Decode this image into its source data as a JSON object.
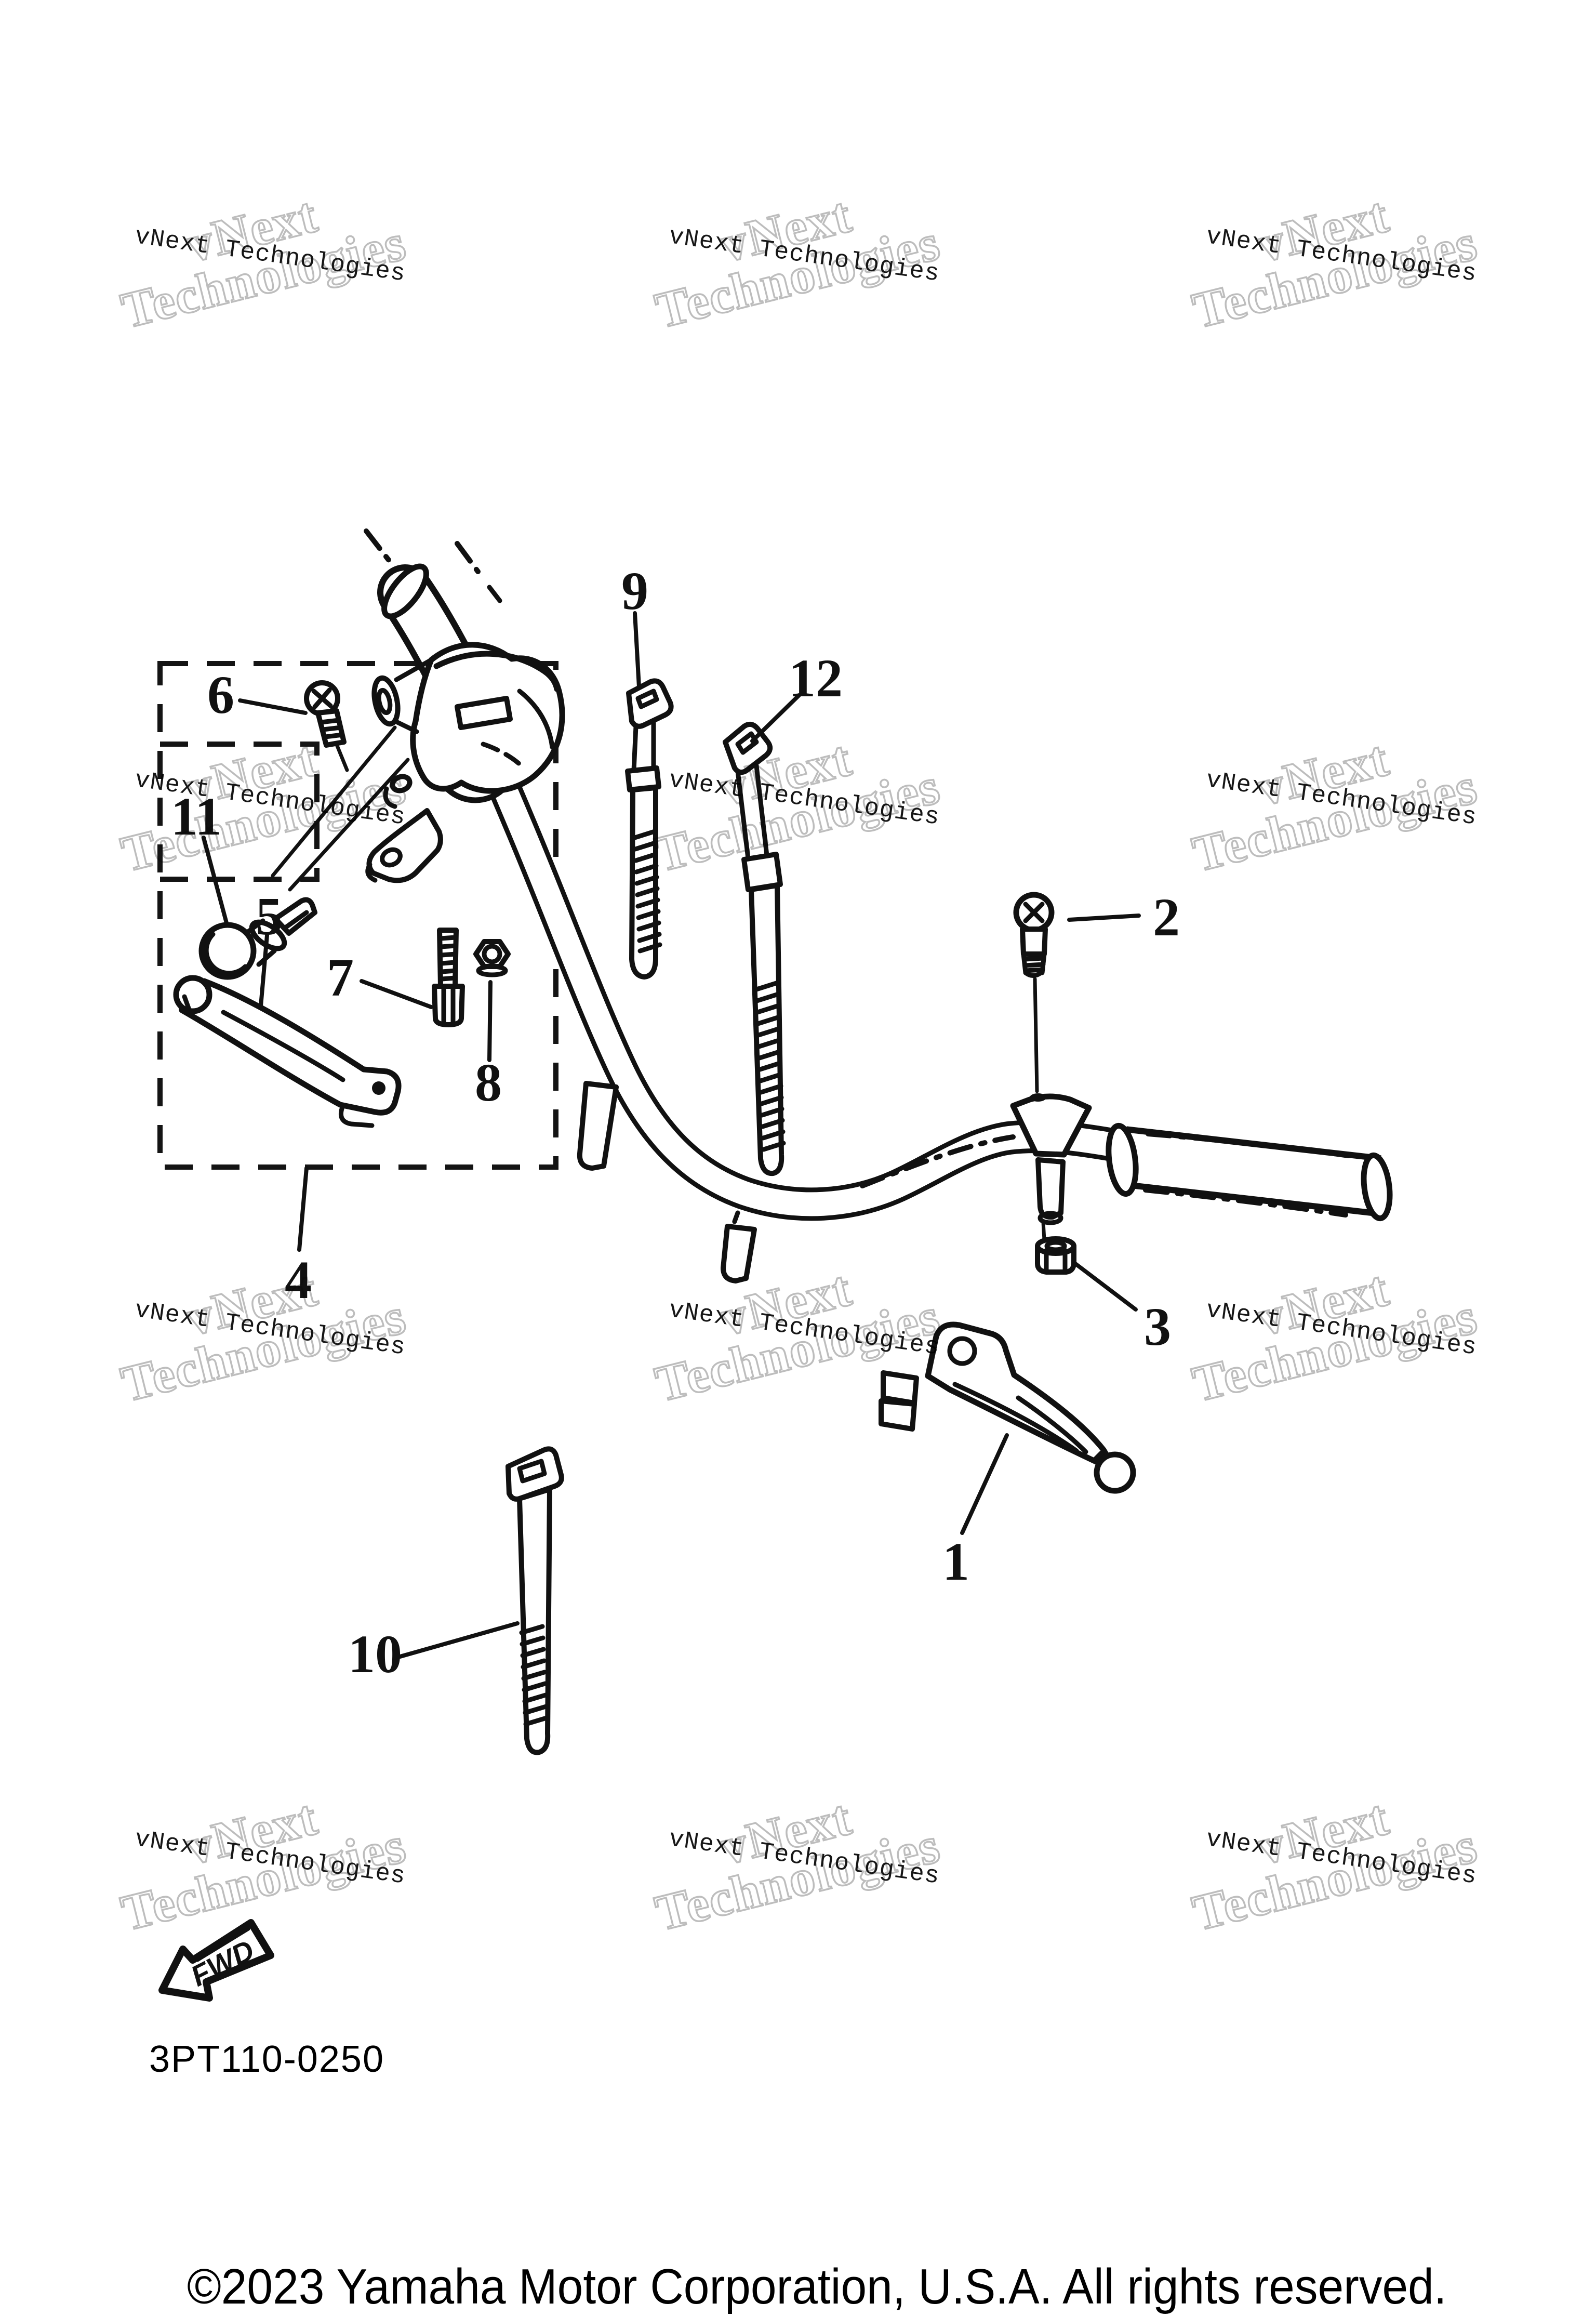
{
  "watermark": {
    "small": "vNext Technologies",
    "big_line1": "vNext",
    "big_line2": "Technologies"
  },
  "parts": [
    {
      "label": "1"
    },
    {
      "label": "2"
    },
    {
      "label": "3"
    },
    {
      "label": "4"
    },
    {
      "label": "5"
    },
    {
      "label": "6"
    },
    {
      "label": "7"
    },
    {
      "label": "8"
    },
    {
      "label": "9"
    },
    {
      "label": "10"
    },
    {
      "label": "11"
    },
    {
      "label": "12"
    }
  ],
  "fwd_arrow": {
    "label": "FWD"
  },
  "page": {
    "diagram_code": "3PT110-0250",
    "copyright": "©2023 Yamaha Motor Corporation, U.S.A. All rights reserved.",
    "colors": {
      "line": "#111111",
      "watermark_outline": "#bdbdbd",
      "watermark_text": "#161616"
    }
  }
}
